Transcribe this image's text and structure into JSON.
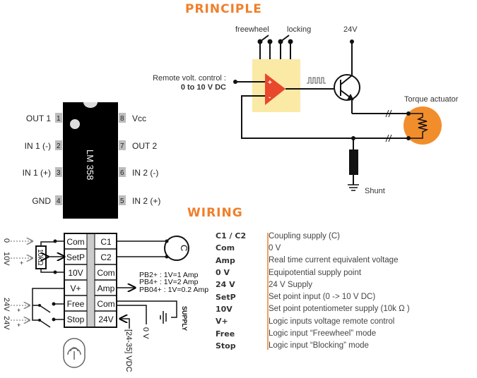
{
  "principle": {
    "title": "PRINCIPLE",
    "labels": {
      "freewheel": "freewheel",
      "locking": "locking",
      "supply": "24V",
      "remote_line1": "Remote volt. control :",
      "remote_line2": "0 to 10 V DC",
      "torque_actuator": "Torque actuator",
      "shunt": "Shunt",
      "plus": "+",
      "minus": "-"
    },
    "colors": {
      "opamp_box": "#fbe9a6",
      "opamp": "#e8482b",
      "actuator": "#f28d2c"
    }
  },
  "chip": {
    "name": "LM 358",
    "left_pins": [
      {
        "num": "1",
        "label": "OUT 1"
      },
      {
        "num": "2",
        "label": "IN 1 (-)"
      },
      {
        "num": "3",
        "label": "IN 1 (+)"
      },
      {
        "num": "4",
        "label": "GND"
      }
    ],
    "right_pins": [
      {
        "num": "8",
        "label": "Vcc"
      },
      {
        "num": "7",
        "label": "OUT 2"
      },
      {
        "num": "6",
        "label": "IN 2 (-)"
      },
      {
        "num": "5",
        "label": "IN 2 (+)"
      }
    ]
  },
  "wiring": {
    "title": "WIRING",
    "left_terminals": [
      "Com",
      "SetP",
      "10V",
      "V+",
      "Free",
      "Stop"
    ],
    "right_terminals": [
      "C1",
      "C2",
      "Com",
      "Amp",
      "Com",
      "24V"
    ],
    "inputs": {
      "zero": "0",
      "ten_v": "10V",
      "potentiometer": "10kΩ",
      "free_v": "24V",
      "stop_v": "24V",
      "plus": "+"
    },
    "coupling": "C",
    "amp_notes": [
      "PB2+ :   1V=1 Amp",
      "PB4+ :   1V=2 Amp",
      "PB04+ : 1V=0.2 Amp"
    ],
    "supply": "SUPPLY",
    "zero_v": "0 V",
    "vdc_range": "[24-35] VDC"
  },
  "legend": [
    {
      "key": "C1 / C2",
      "value": "Coupling supply (C)"
    },
    {
      "key": "Com",
      "value": "0 V"
    },
    {
      "key": "Amp",
      "value": "Real time current equivalent voltage"
    },
    {
      "key": "0 V",
      "value": "Equipotential supply point"
    },
    {
      "key": "24 V",
      "value": "24 V Supply"
    },
    {
      "key": "SetP",
      "value": "Set point input (0 -> 10 V DC)"
    },
    {
      "key": "10V",
      "value": "Set point potentiometer supply (10k Ω )"
    },
    {
      "key": "V+",
      "value": "Logic inputs voltage remote control"
    },
    {
      "key": "Free",
      "value": "Logic input “Freewheel” mode"
    },
    {
      "key": "Stop",
      "value": "Logic input “Blocking” mode"
    }
  ]
}
